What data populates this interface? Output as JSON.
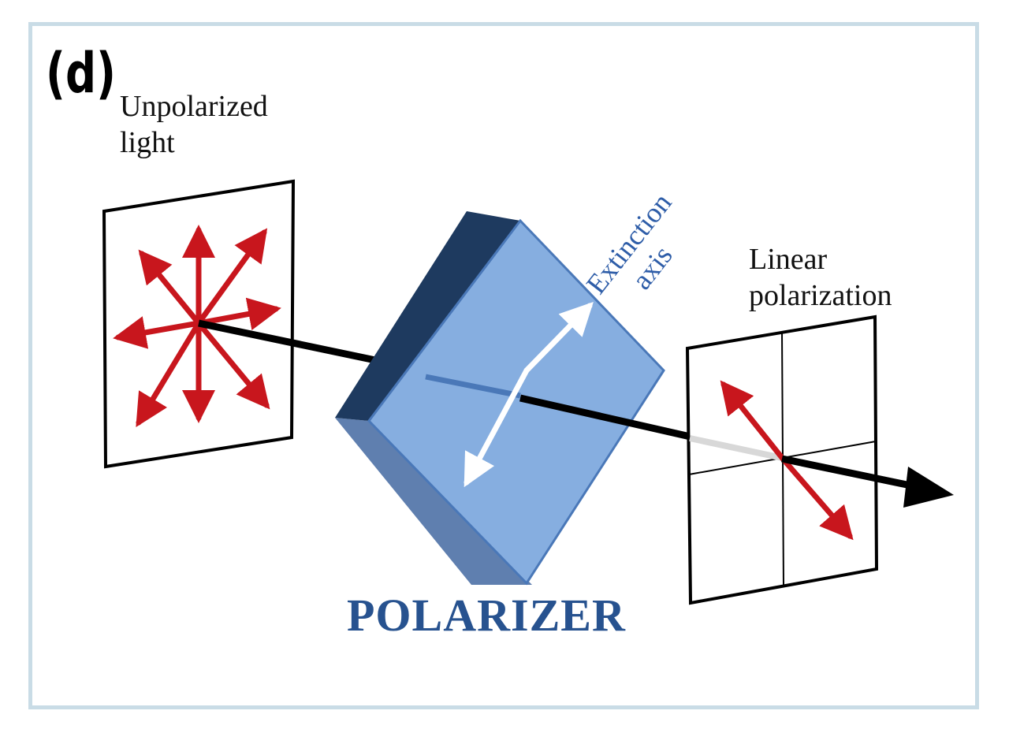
{
  "panel_label": "(d)",
  "labels": {
    "unpolarized": [
      "Unpolarized",
      "light"
    ],
    "extinction_axis": [
      "Extinction",
      "axis"
    ],
    "linear_polarization": [
      "Linear",
      "polarization"
    ],
    "polarizer": "POLARIZER"
  },
  "colors": {
    "frame_border": "#c9dce6",
    "arrow_red": "#c8161d",
    "beam": "#000000",
    "polarizer_face": "#86aee0",
    "polarizer_side_dark": "#1e3a5f",
    "polarizer_side_bottom": "#5f7faf",
    "polarizer_text": "#27528f",
    "axis_text": "#2e5da8"
  }
}
